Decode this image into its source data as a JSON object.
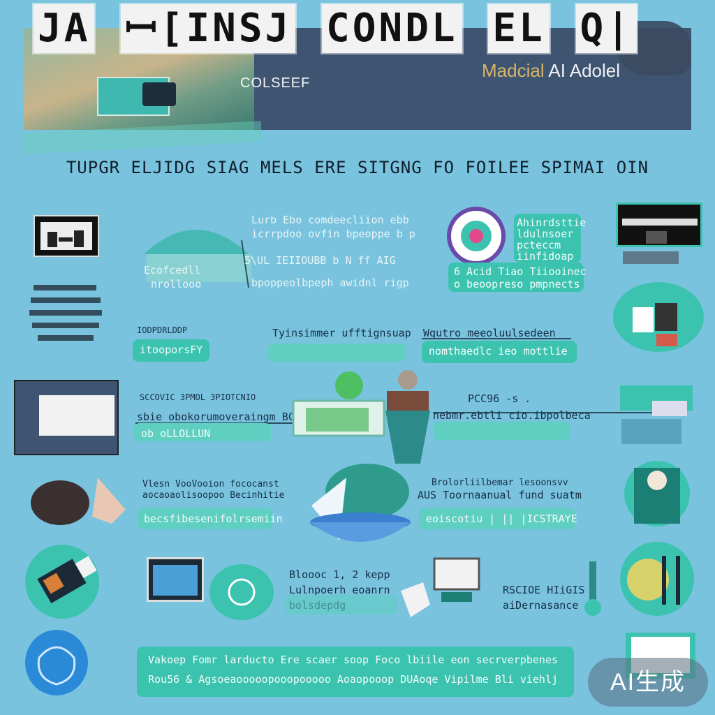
{
  "banner": {
    "title_parts": [
      "JA",
      "ꟷ[INSJ",
      "CONDL",
      "EL",
      "Q|"
    ],
    "subtitle": "COLSEEF",
    "right_text_accent": "Madcial",
    "right_text": " AI Adolel"
  },
  "subheading": "TUPGR ELJIDG SIAG MELS ERE SITGNG FO FOILEE SPIMAI OIN",
  "blocks": {
    "b1": {
      "line1": "Lurb Ebo comdeecliion ebb",
      "line2": "icrrpdoo ovfin bpeoppe b p",
      "line3": "5\\UL IEIIOUBB b N ff AIG",
      "line4": "bpoppeolbpeph awidnl rigp"
    },
    "b1_left": {
      "label1": "Ecofcedll",
      "label2": "nrollooo"
    },
    "b2": {
      "line1": "Ahinrdsttie",
      "line2": "ldulnsoer",
      "line3": "pcteccm",
      "line4": "iinfidoap"
    },
    "b2_bottom": {
      "line1": "6 Acid Tiao Tiiooinec",
      "line2": "o beoopreso pmpnects"
    },
    "row2": {
      "left_small": "IODPDRLDDP",
      "left_pill": "itooporsFY",
      "mid_line": "Tyinsimmer ufftignsuap",
      "right_line": "Wqutro meeoluulsedeen",
      "right_pill": "nomthaedlc ieo mottlie"
    },
    "row3": {
      "left_small": "SCCOVIC 3PMOL 3PIOTCNIO",
      "left_line": "sbie obokorumoveraingm BC",
      "left_pill": "ob oLLOLLUN",
      "right_small": "PCC96 -s .",
      "right_line": "nebmr.ebtli cio.ibpolbeca",
      "right_pill": ""
    },
    "row4": {
      "left_line1": "Vlesn VooVooion fococanst",
      "left_line2": "aocaoaolisoopoo Becinhitie",
      "left_pill": "becsfibesenifolrsemiin",
      "right_line1": "Brolorliilbemar lesoonsvv",
      "right_line2": "AUS Toornaanual fund suatm",
      "right_pill": "eoiscotiu | || |ICSTRAYE"
    },
    "row5": {
      "mid_line1": "Bloooc 1, 2 kepp",
      "mid_line2": "Lulnpoerh eoanrn",
      "mid_line3": "bolsdepdg",
      "right_line1": "RSCIOE HIiGIS",
      "right_line2": "aiDernasance"
    },
    "footer": {
      "line1": "Vakoep Fomr  larducto  Ere scaer soop Foco lbiile eon secrverpbenes",
      "line2": "Rou56 &  Agsoeaooooopooopooooo Aoaopooop DUAoqe Vipilme Bli viehlj"
    }
  },
  "watermark": "AI生成"
}
